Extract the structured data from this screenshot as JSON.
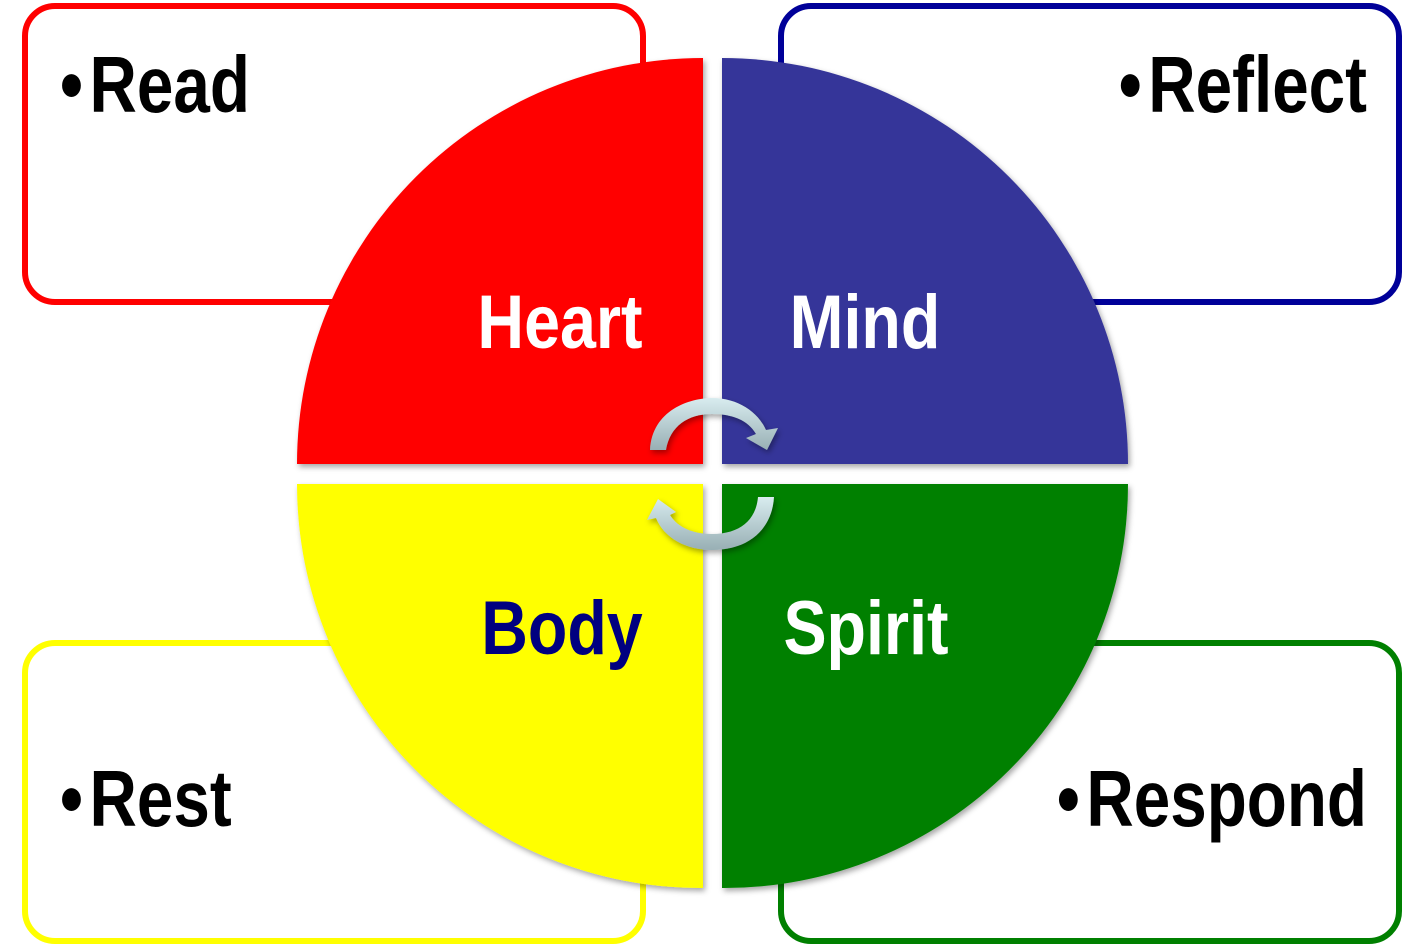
{
  "boxes": {
    "read": {
      "bullet": "•",
      "label": "Read",
      "color": "#ff0000"
    },
    "reflect": {
      "bullet": "•",
      "label": "Reflect",
      "color": "#000099"
    },
    "rest": {
      "bullet": "•",
      "label": "Rest",
      "color": "#ffff00"
    },
    "respond": {
      "bullet": "•",
      "label": "Respond",
      "color": "#008000"
    }
  },
  "quadrants": {
    "heart": {
      "label": "Heart",
      "color": "#ff0000",
      "text_color": "#ffffff"
    },
    "mind": {
      "label": "Mind",
      "color": "#363599",
      "text_color": "#ffffff"
    },
    "body": {
      "label": "Body",
      "color": "#ffff00",
      "text_color": "#000080"
    },
    "spirit": {
      "label": "Spirit",
      "color": "#008000",
      "text_color": "#ffffff"
    }
  },
  "cycle_arrows": {
    "color": "#c8dde2"
  }
}
